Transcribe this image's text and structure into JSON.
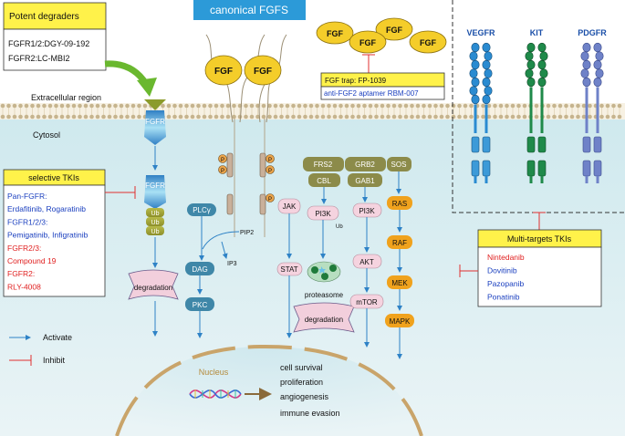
{
  "header": {
    "title": "canonical    FGFS"
  },
  "potent_degraders": {
    "title": "Potent degraders",
    "lines": [
      "FGFR1/2:DGY-09-192",
      "FGFR2:LC-MBI2"
    ]
  },
  "regions": {
    "extracellular": "Extracellular region",
    "cytosol": "Cytosol"
  },
  "receptor": {
    "surface": "FGFR",
    "internal": "FGFR",
    "ub": [
      "Ub",
      "Ub",
      "Ub"
    ],
    "degradation": "degradation"
  },
  "fgf_ligands": [
    "FGF",
    "FGF"
  ],
  "fgf_extra": [
    "FGF",
    "FGF",
    "FGF",
    "FGF"
  ],
  "fgf_trap": {
    "line1": "FGF trap:  FP-1039",
    "line2": "anti-FGF2  aptamer  RBM-007"
  },
  "phospho": [
    "P",
    "P",
    "P",
    "P",
    "P"
  ],
  "pathway": {
    "plcg": "PLCγ",
    "pip2": "PIP2",
    "ip3": "IP3",
    "dag": "DAG",
    "pkc": "PKC",
    "jak": "JAK",
    "stat": "STAT",
    "frs2": "FRS2",
    "cbl": "CBL",
    "pi3k_left": "PI3K",
    "ub_small": "Ub",
    "proteasome": "proteasome",
    "degradation2": "degradation",
    "grb2": "GRB2",
    "gab1": "GAB1",
    "pi3k": "PI3K",
    "akt": "AKT",
    "mtor": "mTOR",
    "sos": "SOS",
    "ras": "RAS",
    "raf": "RAF",
    "mek": "MEK",
    "mapk": "MAPK"
  },
  "selective_tkis": {
    "title": "selective TKIs",
    "items": [
      {
        "text": "Pan-FGFR:",
        "color": "#1a3fbf"
      },
      {
        "text": "Erdafitinib, Rogaratinib",
        "color": "#1a3fbf"
      },
      {
        "text": "FGFR1/2/3:",
        "color": "#1a3fbf"
      },
      {
        "text": "Pemigatinib, Infigratinib",
        "color": "#1a3fbf"
      },
      {
        "text": "FGFR2/3:",
        "color": "#e02020"
      },
      {
        "text": "Compound 19",
        "color": "#e02020"
      },
      {
        "text": "FGFR2:",
        "color": "#e02020"
      },
      {
        "text": "RLY-4008",
        "color": "#e02020"
      }
    ]
  },
  "receptors_rtk": [
    "VEGFR",
    "KIT",
    "PDGFR"
  ],
  "multi_tkis": {
    "title": "Multi-targets TKIs",
    "items": [
      {
        "text": "Nintedanib",
        "color": "#e02020"
      },
      {
        "text": "Dovitinib",
        "color": "#1a3fbf"
      },
      {
        "text": "Pazopanib",
        "color": "#1a3fbf"
      },
      {
        "text": "Ponatinib",
        "color": "#1a3fbf"
      }
    ]
  },
  "legend": {
    "activate": "Activate",
    "inhibit": "Inhibit"
  },
  "nucleus": {
    "label": "Nucleus",
    "outcomes": [
      "cell survival",
      "proliferation",
      "angiogenesis",
      "immune evasion"
    ]
  },
  "colors": {
    "cytosol_top": "#cfe9ee",
    "cytosol_bottom": "#e8f3f5",
    "node_blue": "#3f87a8",
    "node_olive": "#8c8b4a",
    "node_orange": "#f0a21d",
    "node_pink": "#f5d3df",
    "fgf_yellow": "#f4cd2a",
    "arrow_blue": "#2e82c6",
    "inhibit_red": "#e03030",
    "arrow_green": "#6ab82f",
    "box_yellow": "#fff24a"
  }
}
